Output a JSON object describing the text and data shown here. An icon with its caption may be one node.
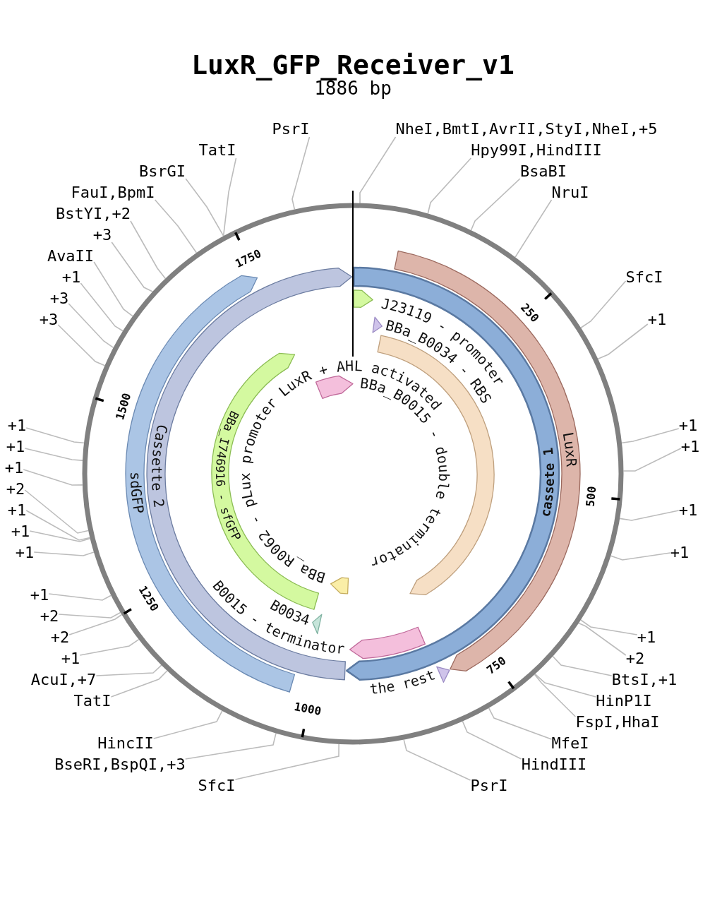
{
  "diagram": {
    "title": "LuxR_GFP_Receiver_v1",
    "nodes": [
      {
        "text": [],
        "shape": "circle"
      },
      {
        "text": [],
        "shape": "bar",
        "in": 0,
        "beside": [
          "J23119 - promoter"
        ]
      },
      {
        "text": [],
        "shape": "triangle",
        "in": 0,
        "beside": [
          "BBa_B0034 - RBS"
        ]
      },
      {
        "text": [
          "LuxR"
        ],
        "in": 0
      },
      {
        "text": [
          "cassete 1"
        ],
        "in": 0
      },
      {
        "text": [
          "Cassette 2"
        ],
        "in": 0
      },
      {
        "text": [
          "sdGFP"
        ],
        "in": 0
      },
      {
        "text": [
          "BBa_I746916 - sfGFP"
        ],
        "in": 0
      },
      {
        "text": [],
        "shape": "bar",
        "in": 0
      },
      {
        "text": [],
        "shape": "bar",
        "in": 0,
        "beside": [
          "BBa_B0015 - double terminator"
        ]
      },
      {
        "text": [],
        "shape": "bar",
        "in": 0,
        "beside": [
          "BBa_R0062 - pLux promoter LuxR + AHL activated"
        ]
      },
      {
        "text": [],
        "shape": "triangle",
        "in": 0,
        "beside": [
          "B0034"
        ]
      },
      {
        "text": [],
        "shape": "bar",
        "in": 0,
        "beside": [
          "B0015 - terminator"
        ]
      },
      {
        "text": [],
        "shape": "triangle",
        "in": 0,
        "beside": [
          "the rest"
        ]
      },
      {
        "text": [
          "PsrI"
        ]
      },
      {
        "text": [
          "NheI,BmtI,AvrII,StyI,NheI,+5"
        ]
      },
      {
        "text": [
          "TatI"
        ]
      },
      {
        "text": [
          "Hpy99I,HindIII"
        ]
      },
      {
        "text": [
          "BsrGI"
        ]
      },
      {
        "text": [
          "BsaBI"
        ]
      },
      {
        "text": [
          "FauI,BpmI"
        ]
      },
      {
        "text": [
          "NruI"
        ]
      },
      {
        "text": [
          "BstYI,+2"
        ]
      },
      {
        "text": [
          "+3"
        ]
      },
      {
        "text": [
          "AvaII"
        ]
      },
      {
        "text": [
          "+1"
        ]
      },
      {
        "text": [
          "SfcI"
        ]
      },
      {
        "text": [
          "+3"
        ]
      },
      {
        "text": [
          "+3"
        ]
      },
      {
        "text": [
          "+1"
        ]
      },
      {
        "text": [
          "+1"
        ]
      },
      {
        "text": [
          "+1"
        ]
      },
      {
        "text": [
          "+1"
        ]
      },
      {
        "text": [
          "+1"
        ]
      },
      {
        "text": [
          "+1"
        ]
      },
      {
        "text": [
          "+2"
        ]
      },
      {
        "text": [
          "+1"
        ]
      },
      {
        "text": [
          "+1"
        ]
      },
      {
        "text": [
          "+1"
        ]
      },
      {
        "text": [
          "+1"
        ]
      },
      {
        "text": [
          "+1"
        ]
      },
      {
        "text": [
          "+1"
        ]
      },
      {
        "text": [
          "+2"
        ]
      },
      {
        "text": [
          "+2"
        ]
      },
      {
        "text": [
          "+1"
        ]
      },
      {
        "text": [
          "+1"
        ]
      },
      {
        "text": [
          "+2"
        ]
      },
      {
        "text": [
          "AcuI,+7"
        ]
      },
      {
        "text": [
          "BtsI,+1"
        ]
      },
      {
        "text": [
          "TatI"
        ]
      },
      {
        "text": [
          "HinP1I"
        ]
      },
      {
        "text": [
          "FspI,HhaI"
        ]
      },
      {
        "text": [
          "HincII"
        ]
      },
      {
        "text": [
          "MfeI"
        ]
      },
      {
        "text": [
          "BseRI,BspQI,+3"
        ]
      },
      {
        "text": [
          "HindIII"
        ]
      },
      {
        "text": [
          "SfcI"
        ]
      },
      {
        "text": [
          "PsrI"
        ]
      }
    ],
    "edges": [
      {
        "from": 14,
        "to": 0,
        "arrow": "none"
      },
      {
        "from": 15,
        "to": 0,
        "arrow": "none"
      },
      {
        "from": 16,
        "to": 0,
        "arrow": "none"
      },
      {
        "from": 17,
        "to": 0,
        "arrow": "none"
      },
      {
        "from": 18,
        "to": 0,
        "arrow": "none"
      },
      {
        "from": 19,
        "to": 0,
        "arrow": "none"
      },
      {
        "from": 20,
        "to": 0,
        "arrow": "none"
      },
      {
        "from": 21,
        "to": 0,
        "arrow": "none"
      },
      {
        "from": 22,
        "to": 0,
        "arrow": "none"
      },
      {
        "from": 23,
        "to": 0,
        "arrow": "none"
      },
      {
        "from": 24,
        "to": 0,
        "arrow": "none"
      },
      {
        "from": 25,
        "to": 0,
        "arrow": "none"
      },
      {
        "from": 26,
        "to": 0,
        "arrow": "none"
      },
      {
        "from": 27,
        "to": 0,
        "arrow": "none"
      },
      {
        "from": 28,
        "to": 0,
        "arrow": "none"
      },
      {
        "from": 29,
        "to": 0,
        "arrow": "none"
      },
      {
        "from": 30,
        "to": 0,
        "arrow": "none"
      },
      {
        "from": 31,
        "to": 0,
        "arrow": "none"
      },
      {
        "from": 32,
        "to": 0,
        "arrow": "none"
      },
      {
        "from": 33,
        "to": 0,
        "arrow": "none"
      },
      {
        "from": 34,
        "to": 0,
        "arrow": "none"
      },
      {
        "from": 35,
        "to": 0,
        "arrow": "none"
      },
      {
        "from": 36,
        "to": 0,
        "arrow": "none"
      },
      {
        "from": 37,
        "to": 0,
        "arrow": "none"
      },
      {
        "from": 38,
        "to": 0,
        "arrow": "none"
      },
      {
        "from": 39,
        "to": 0,
        "arrow": "none"
      },
      {
        "from": 40,
        "to": 0,
        "arrow": "none"
      },
      {
        "from": 41,
        "to": 0,
        "arrow": "none"
      },
      {
        "from": 42,
        "to": 0,
        "arrow": "none"
      },
      {
        "from": 43,
        "to": 0,
        "arrow": "none"
      },
      {
        "from": 44,
        "to": 0,
        "arrow": "none"
      },
      {
        "from": 45,
        "to": 0,
        "arrow": "none"
      },
      {
        "from": 46,
        "to": 0,
        "arrow": "none"
      },
      {
        "from": 47,
        "to": 0,
        "arrow": "none"
      },
      {
        "from": 48,
        "to": 0,
        "arrow": "none"
      },
      {
        "from": 49,
        "to": 0,
        "arrow": "none"
      },
      {
        "from": 50,
        "to": 0,
        "arrow": "none"
      },
      {
        "from": 51,
        "to": 0,
        "arrow": "none"
      },
      {
        "from": 52,
        "to": 0,
        "arrow": "none"
      },
      {
        "from": 53,
        "to": 0,
        "arrow": "none"
      },
      {
        "from": 54,
        "to": 0,
        "arrow": "none"
      },
      {
        "from": 55,
        "to": 0,
        "arrow": "none"
      },
      {
        "from": 56,
        "to": 0,
        "arrow": "none"
      },
      {
        "from": 57,
        "to": 0,
        "arrow": "none"
      }
    ],
    "labels": [
      "1886 bp",
      "1750",
      "250",
      "1500",
      "500",
      "1250",
      "750",
      "1000"
    ]
  }
}
